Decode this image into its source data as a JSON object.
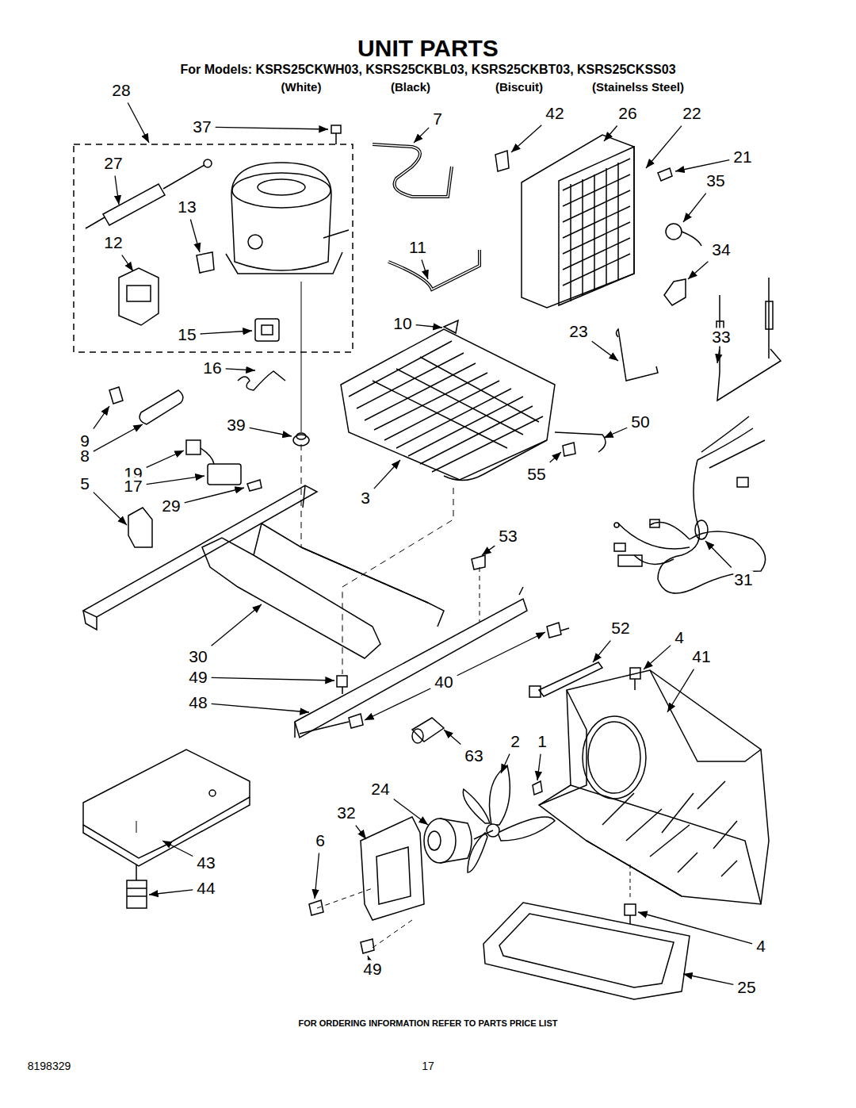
{
  "diagram": {
    "title": "UNIT PARTS",
    "labels": [
      "For Models: KSRS25CKWH03, KSRS25CKBL03, KSRS25CKBT03, KSRS25CKSS03",
      "(White)",
      "(Black)",
      "(Biscuit)",
      "(Stainelss Steel)",
      "28",
      "37",
      "7",
      "42",
      "26",
      "22",
      "27",
      "21",
      "35",
      "13",
      "12",
      "11",
      "34",
      "10",
      "23",
      "33",
      "15",
      "16",
      "39",
      "50",
      "9",
      "8",
      "19",
      "55",
      "5",
      "17",
      "29",
      "3",
      "53",
      "31",
      "52",
      "4",
      "41",
      "30",
      "49",
      "40",
      "48",
      "63",
      "2",
      "1",
      "24",
      "32",
      "6",
      "43",
      "44",
      "4",
      "49",
      "25",
      "FOR ORDERING INFORMATION REFER TO PARTS PRICE LIST",
      "8198329",
      "17"
    ]
  }
}
